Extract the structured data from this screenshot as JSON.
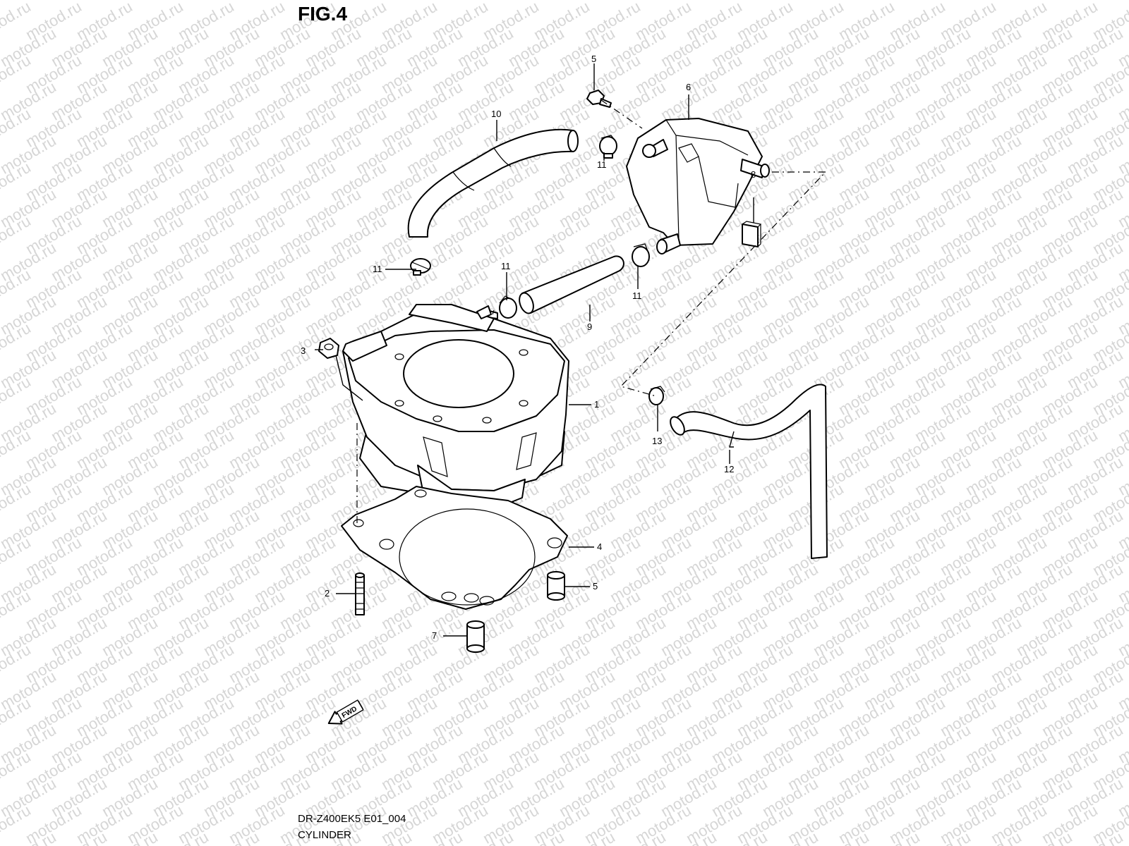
{
  "figure": {
    "title": "FIG.4",
    "code": "DR-Z400EK5 E01_004",
    "name": "CYLINDER"
  },
  "watermark": {
    "text": "motod.ru"
  },
  "fwd_label": "FWD",
  "callouts": [
    {
      "id": "callout-1",
      "text": "1",
      "part": "cylinder"
    },
    {
      "id": "callout-2",
      "text": "2",
      "part": "stud"
    },
    {
      "id": "callout-3",
      "text": "3",
      "part": "nut"
    },
    {
      "id": "callout-4",
      "text": "4",
      "part": "gasket"
    },
    {
      "id": "callout-5a",
      "text": "5",
      "part": "dowel-pin"
    },
    {
      "id": "callout-5b",
      "text": "5",
      "part": "dowel-pin"
    },
    {
      "id": "callout-6",
      "text": "6",
      "part": "reed-valve"
    },
    {
      "id": "callout-7",
      "text": "7",
      "part": "bolt"
    },
    {
      "id": "callout-8",
      "text": "8",
      "part": "cushion"
    },
    {
      "id": "callout-9",
      "text": "9",
      "part": "hose"
    },
    {
      "id": "callout-10",
      "text": "10",
      "part": "hose"
    },
    {
      "id": "callout-11a",
      "text": "11",
      "part": "clamp"
    },
    {
      "id": "callout-11b",
      "text": "11",
      "part": "clamp"
    },
    {
      "id": "callout-11c",
      "text": "11",
      "part": "clamp"
    },
    {
      "id": "callout-11d",
      "text": "11",
      "part": "clamp"
    },
    {
      "id": "callout-12",
      "text": "12",
      "part": "hose"
    },
    {
      "id": "callout-13",
      "text": "13",
      "part": "clamp"
    }
  ]
}
